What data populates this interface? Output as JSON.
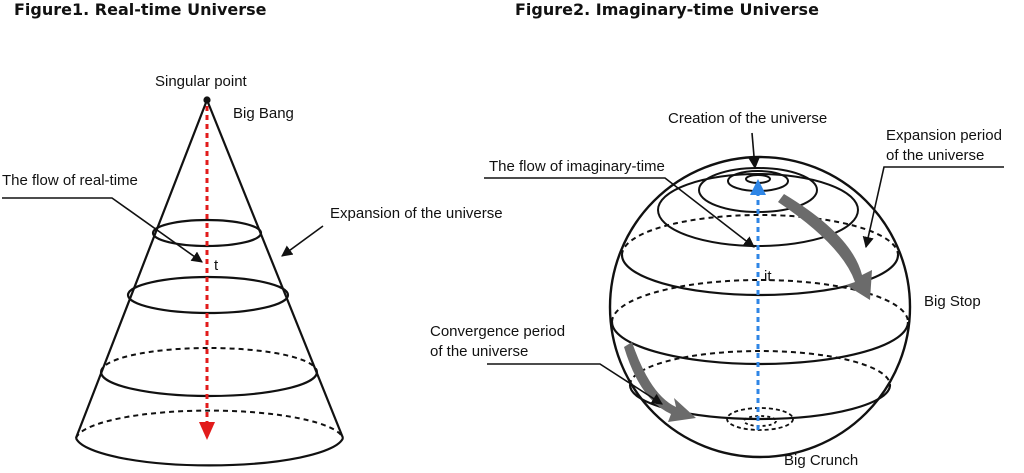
{
  "figure1": {
    "title": "Figure1.  Real-time Universe",
    "labels": {
      "singular_point": "Singular point",
      "big_bang": "Big Bang",
      "flow": "The flow of real-time",
      "expansion": "Expansion of the universe",
      "t": "t"
    }
  },
  "figure2": {
    "title": "Figure2. Imaginary-time Universe",
    "labels": {
      "creation": "Creation of the universe",
      "expansion_period_line1": "Expansion period",
      "expansion_period_line2": "of the universe",
      "flow": "The flow of imaginary-time",
      "it": "it",
      "big_stop": "Big Stop",
      "convergence_line1": "Convergence period",
      "convergence_line2": "of the universe",
      "big_crunch": "Big Crunch"
    }
  },
  "colors": {
    "real_time_arrow": "#e21b1b",
    "imaginary_time_arrow": "#2f86e6",
    "flow_band": "#6b6b6b",
    "lines": "#111111"
  }
}
